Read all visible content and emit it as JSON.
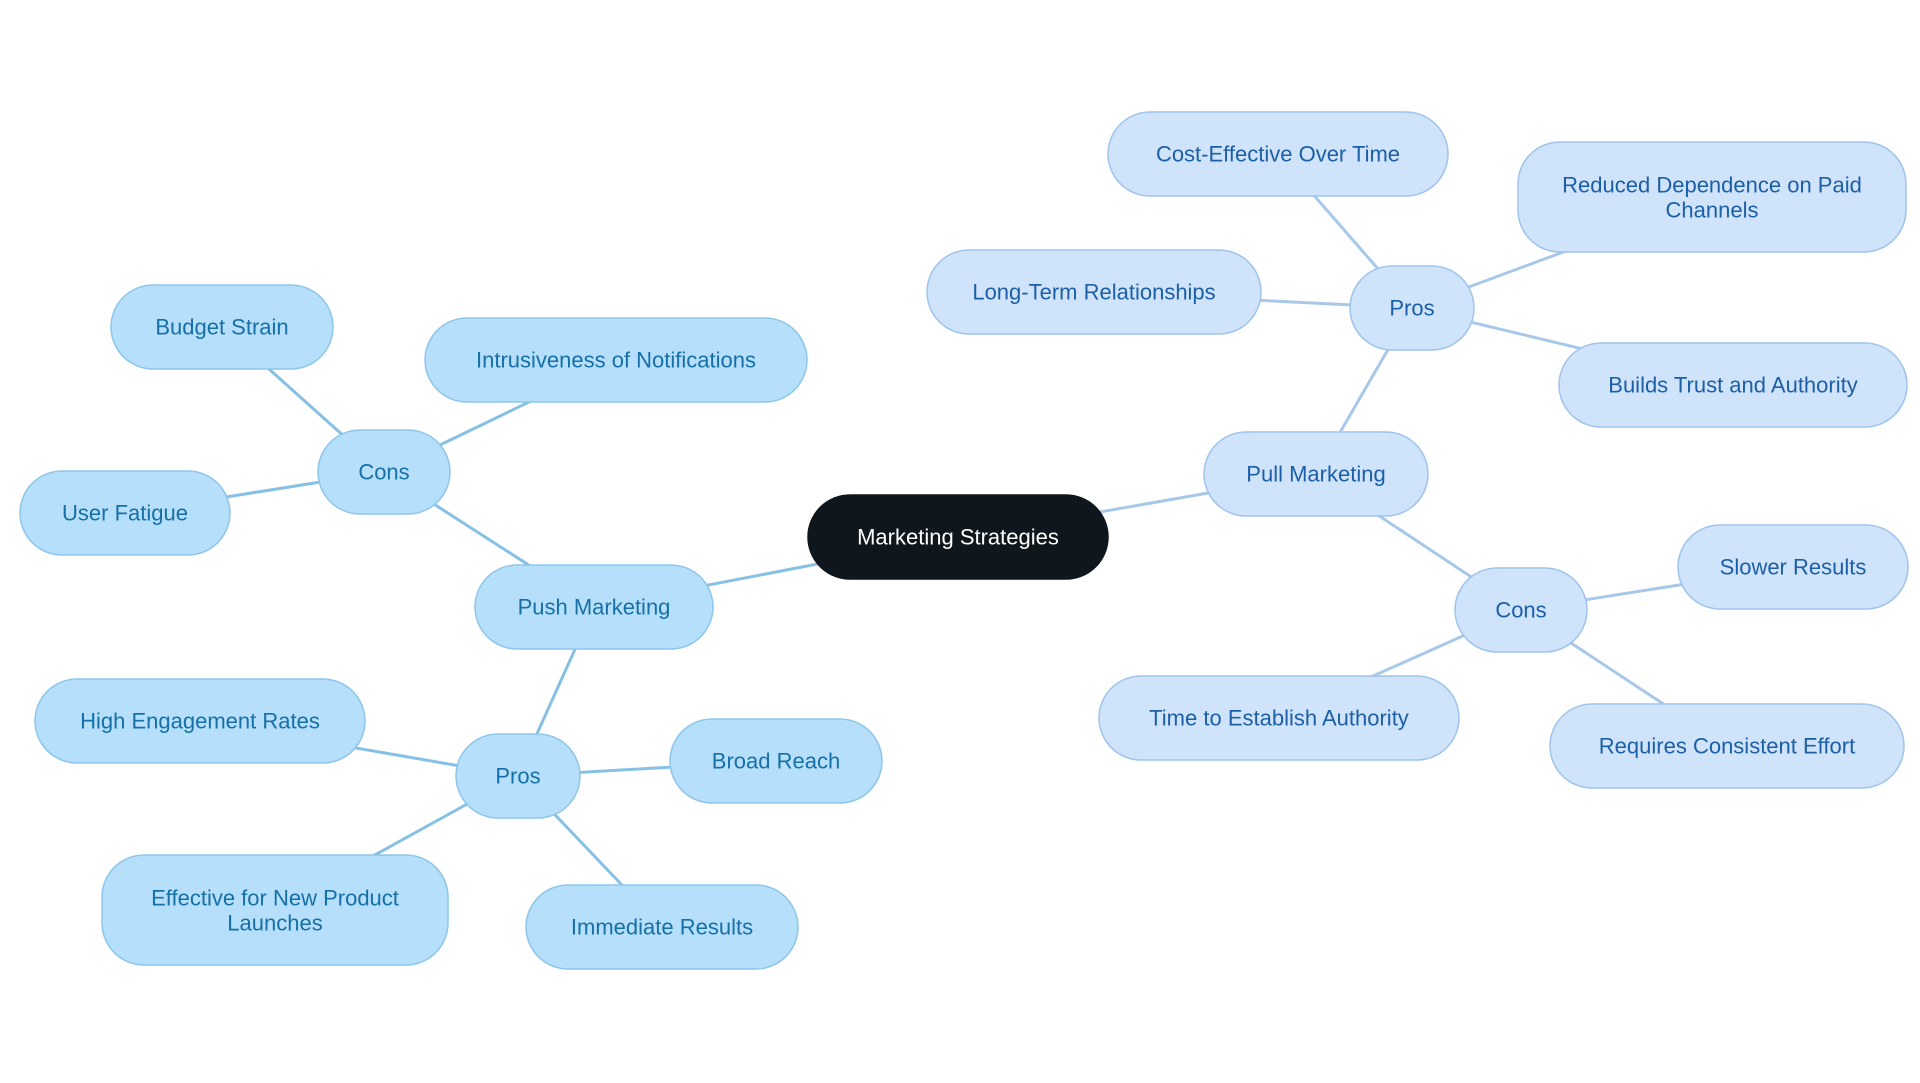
{
  "diagram": {
    "type": "mind-map",
    "colors": {
      "root_fill": "#0f171d",
      "root_text": "#ffffff",
      "push_fill": "#b5dffb",
      "push_stroke": "#8ec6ea",
      "push_text": "#1670a7",
      "pull_fill": "#cfe3fb",
      "pull_stroke": "#9fc4ec",
      "pull_text": "#1c5fa6",
      "edge_push": "#86c1e5",
      "edge_pull": "#a8c8e9"
    },
    "nodes": [
      {
        "id": "root",
        "label": "Marketing Strategies",
        "branch": "root"
      },
      {
        "id": "push",
        "label": "Push Marketing",
        "branch": "push",
        "parent": "root"
      },
      {
        "id": "push-cons",
        "label": "Cons",
        "branch": "push",
        "parent": "push"
      },
      {
        "id": "budget-strain",
        "label": "Budget Strain",
        "branch": "push",
        "parent": "push-cons"
      },
      {
        "id": "intrusiveness",
        "label": "Intrusiveness of Notifications",
        "branch": "push",
        "parent": "push-cons"
      },
      {
        "id": "user-fatigue",
        "label": "User Fatigue",
        "branch": "push",
        "parent": "push-cons"
      },
      {
        "id": "push-pros",
        "label": "Pros",
        "branch": "push",
        "parent": "push"
      },
      {
        "id": "high-engagement",
        "label": "High Engagement Rates",
        "branch": "push",
        "parent": "push-pros"
      },
      {
        "id": "broad-reach",
        "label": "Broad Reach",
        "branch": "push",
        "parent": "push-pros"
      },
      {
        "id": "new-product",
        "label": "Effective for New Product Launches",
        "branch": "push",
        "parent": "push-pros"
      },
      {
        "id": "immediate-results",
        "label": "Immediate Results",
        "branch": "push",
        "parent": "push-pros"
      },
      {
        "id": "pull",
        "label": "Pull Marketing",
        "branch": "pull",
        "parent": "root"
      },
      {
        "id": "pull-pros",
        "label": "Pros",
        "branch": "pull",
        "parent": "pull"
      },
      {
        "id": "cost-effective",
        "label": "Cost-Effective Over Time",
        "branch": "pull",
        "parent": "pull-pros"
      },
      {
        "id": "reduced-dependence",
        "label": "Reduced Dependence on Paid Channels",
        "branch": "pull",
        "parent": "pull-pros"
      },
      {
        "id": "long-term",
        "label": "Long-Term Relationships",
        "branch": "pull",
        "parent": "pull-pros"
      },
      {
        "id": "builds-trust",
        "label": "Builds Trust and Authority",
        "branch": "pull",
        "parent": "pull-pros"
      },
      {
        "id": "pull-cons",
        "label": "Cons",
        "branch": "pull",
        "parent": "pull"
      },
      {
        "id": "slower-results",
        "label": "Slower Results",
        "branch": "pull",
        "parent": "pull-cons"
      },
      {
        "id": "time-authority",
        "label": "Time to Establish Authority",
        "branch": "pull",
        "parent": "pull-cons"
      },
      {
        "id": "consistent-effort",
        "label": "Requires Consistent Effort",
        "branch": "pull",
        "parent": "pull-cons"
      }
    ]
  }
}
